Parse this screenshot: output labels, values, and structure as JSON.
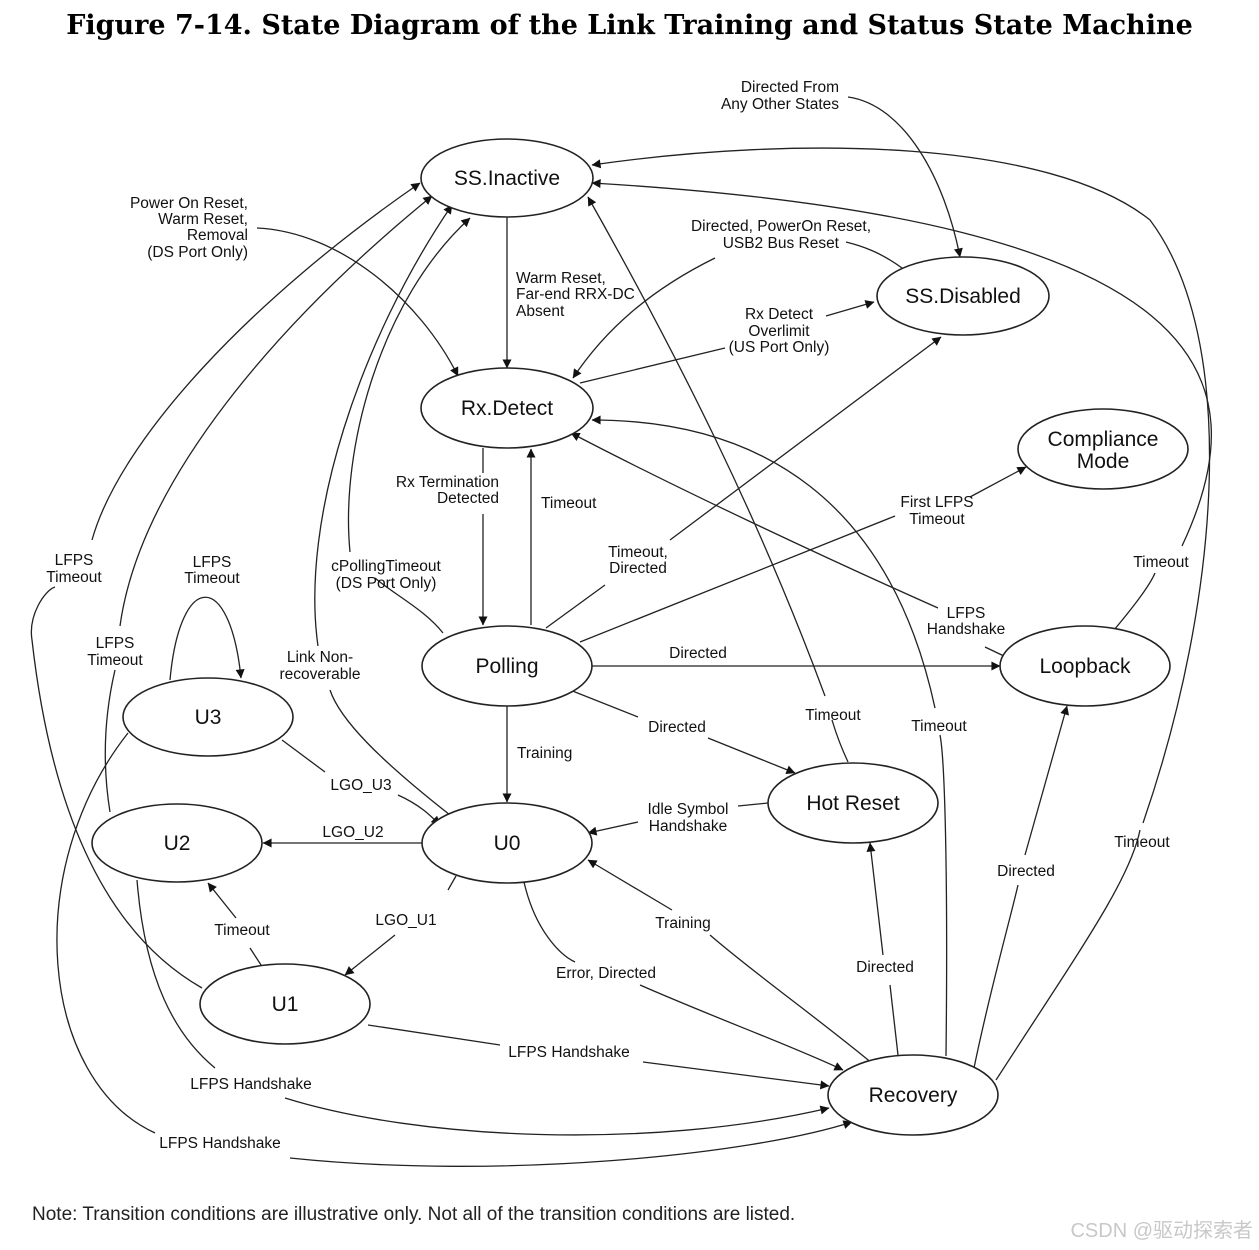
{
  "title": "Figure 7-14.  State Diagram of the Link Training and Status State Machine",
  "note": "Note: Transition conditions are illustrative only.  Not all of the transition conditions are listed.",
  "watermark": "CSDN @驱动探索者",
  "states": [
    {
      "id": "ss-inactive",
      "lines": [
        "SS.Inactive"
      ]
    },
    {
      "id": "ss-disabled",
      "lines": [
        "SS.Disabled"
      ]
    },
    {
      "id": "rx-detect",
      "lines": [
        "Rx.Detect"
      ]
    },
    {
      "id": "compliance-mode",
      "lines": [
        "Compliance",
        "Mode"
      ]
    },
    {
      "id": "polling",
      "lines": [
        "Polling"
      ]
    },
    {
      "id": "loopback",
      "lines": [
        "Loopback"
      ]
    },
    {
      "id": "u3",
      "lines": [
        "U3"
      ]
    },
    {
      "id": "u0",
      "lines": [
        "U0"
      ]
    },
    {
      "id": "hot-reset",
      "lines": [
        "Hot Reset"
      ]
    },
    {
      "id": "u2",
      "lines": [
        "U2"
      ]
    },
    {
      "id": "u1",
      "lines": [
        "U1"
      ]
    },
    {
      "id": "recovery",
      "lines": [
        "Recovery"
      ]
    }
  ],
  "labels": [
    {
      "id": "directed-from-any",
      "lines": [
        "Directed From",
        "Any Other States"
      ]
    },
    {
      "id": "power-on-reset",
      "lines": [
        "Power On Reset,",
        "Warm Reset,",
        "Removal",
        "(DS Port Only)"
      ]
    },
    {
      "id": "warm-reset-far-end",
      "lines": [
        "Warm Reset,",
        "Far-end RRX-DC",
        "Absent"
      ]
    },
    {
      "id": "directed-poweron-usb2",
      "lines": [
        "Directed, PowerOn Reset,",
        "USB2 Bus Reset"
      ]
    },
    {
      "id": "rx-detect-overlimit",
      "lines": [
        "Rx Detect",
        "Overlimit",
        "(US Port Only)"
      ]
    },
    {
      "id": "rx-termination-detected",
      "lines": [
        "Rx Termination",
        "Detected"
      ]
    },
    {
      "id": "timeout-polling-rxdetect",
      "lines": [
        "Timeout"
      ]
    },
    {
      "id": "first-lfps-timeout",
      "lines": [
        "First LFPS",
        "Timeout"
      ]
    },
    {
      "id": "timeout-directed",
      "lines": [
        "Timeout,",
        "Directed"
      ]
    },
    {
      "id": "cpolling-timeout",
      "lines": [
        "cPollingTimeout",
        "(DS Port Only)"
      ]
    },
    {
      "id": "lfps-timeout-u1",
      "lines": [
        "LFPS",
        "Timeout"
      ]
    },
    {
      "id": "lfps-timeout-u3-self",
      "lines": [
        "LFPS",
        "Timeout"
      ]
    },
    {
      "id": "lfps-timeout-u2",
      "lines": [
        "LFPS",
        "Timeout"
      ]
    },
    {
      "id": "link-non-recoverable",
      "lines": [
        "Link Non-",
        "recoverable"
      ]
    },
    {
      "id": "lfps-handshake-loopback",
      "lines": [
        "LFPS",
        "Handshake"
      ]
    },
    {
      "id": "timeout-loopback",
      "lines": [
        "Timeout"
      ]
    },
    {
      "id": "directed-polling-loopback",
      "lines": [
        "Directed"
      ]
    },
    {
      "id": "directed-polling-hotreset",
      "lines": [
        "Directed"
      ]
    },
    {
      "id": "timeout-hotreset",
      "lines": [
        "Timeout"
      ]
    },
    {
      "id": "timeout-recovery-rxdetect",
      "lines": [
        "Timeout"
      ]
    },
    {
      "id": "training-polling-u0",
      "lines": [
        "Training"
      ]
    },
    {
      "id": "lgo-u3",
      "lines": [
        "LGO_U3"
      ]
    },
    {
      "id": "lgo-u2",
      "lines": [
        "LGO_U2"
      ]
    },
    {
      "id": "idle-symbol-handshake",
      "lines": [
        "Idle Symbol",
        "Handshake"
      ]
    },
    {
      "id": "timeout-recovery-ssinactive",
      "lines": [
        "Timeout"
      ]
    },
    {
      "id": "directed-recovery-loopback",
      "lines": [
        "Directed"
      ]
    },
    {
      "id": "timeout-u1-u2",
      "lines": [
        "Timeout"
      ]
    },
    {
      "id": "lgo-u1",
      "lines": [
        "LGO_U1"
      ]
    },
    {
      "id": "training-recovery-u0",
      "lines": [
        "Training"
      ]
    },
    {
      "id": "directed-recovery-hotreset",
      "lines": [
        "Directed"
      ]
    },
    {
      "id": "error-directed",
      "lines": [
        "Error, Directed"
      ]
    },
    {
      "id": "lfps-handshake-u1",
      "lines": [
        "LFPS Handshake"
      ]
    },
    {
      "id": "lfps-handshake-u2",
      "lines": [
        "LFPS Handshake"
      ]
    },
    {
      "id": "lfps-handshake-u3",
      "lines": [
        "LFPS Handshake"
      ]
    }
  ]
}
